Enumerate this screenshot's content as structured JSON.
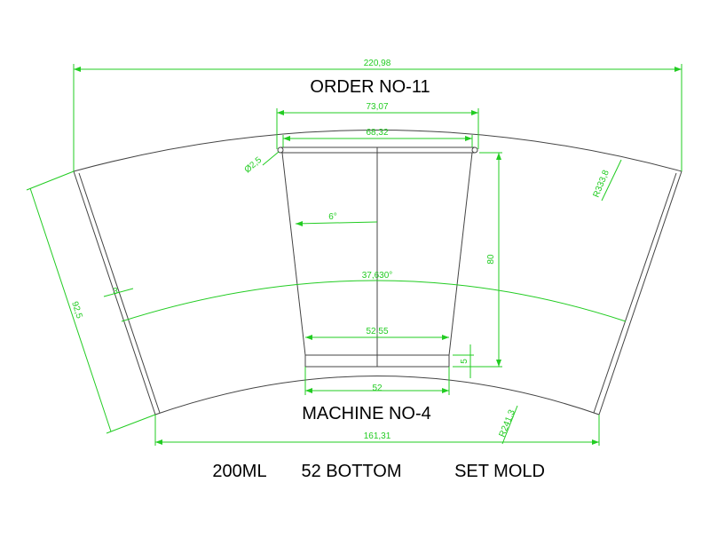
{
  "colors": {
    "outline": "#444444",
    "dimension": "#22cc22",
    "text": "#000000",
    "background": "#ffffff"
  },
  "labels": {
    "order": "ORDER  NO-11",
    "machine": "MACHINE   NO-4",
    "volume": "200ML",
    "bottom": "52 BOTTOM",
    "mold": "SET MOLD"
  },
  "dimensions": {
    "overall_width": "220,98",
    "top_outer": "73,07",
    "top_inner": "68,32",
    "rim_diameter": "Ø2,5",
    "taper_angle": "6°",
    "height": "80",
    "arc_angle": "37,630°",
    "bottom_upper": "52,55",
    "bottom_offset": "5",
    "bottom_width": "52",
    "seam_width": "3",
    "side_length": "92,5",
    "outer_radius": "R333,8",
    "inner_radius": "R241,3",
    "bottom_chord": "161,31"
  }
}
